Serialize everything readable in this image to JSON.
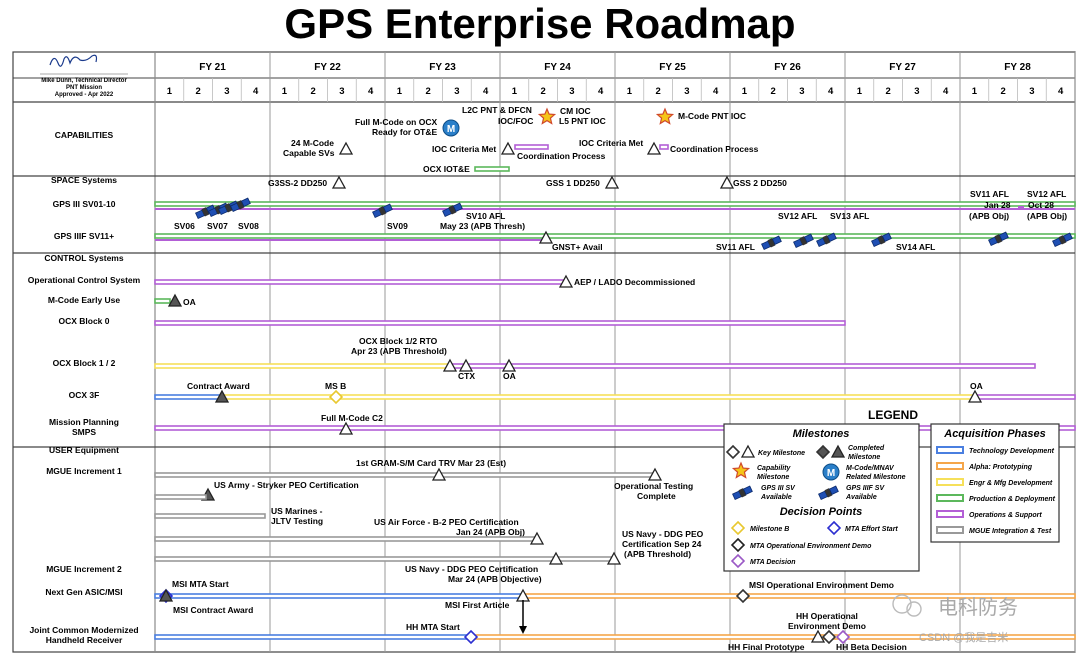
{
  "title": "GPS Enterprise Roadmap",
  "signature": {
    "name_line": "Mike Dunn, Technical Director",
    "org_line": "PNT Mission",
    "approved_line": "Approved - Apr 2022"
  },
  "fiscal_years": [
    "FY 21",
    "FY 22",
    "FY 23",
    "FY 24",
    "FY 25",
    "FY 26",
    "FY 27",
    "FY 28"
  ],
  "quarters": [
    "1",
    "2",
    "3",
    "4"
  ],
  "rows": [
    {
      "label": "CAPABILITIES"
    },
    {
      "label": "SPACE Systems"
    },
    {
      "label": "GPS III SV01-10"
    },
    {
      "label": "GPS IIIF SV11+"
    },
    {
      "label": "CONTROL Systems"
    },
    {
      "label": "Operational Control System"
    },
    {
      "label": "M-Code Early Use"
    },
    {
      "label": "OCX Block 0"
    },
    {
      "label": "OCX Block 1 / 2"
    },
    {
      "label": "OCX 3F"
    },
    {
      "label": "Mission Planning"
    },
    {
      "label": "SMPS"
    },
    {
      "label": "USER Equipment"
    },
    {
      "label": "MGUE Increment 1"
    },
    {
      "label": "MGUE Increment 2"
    },
    {
      "label": "Next Gen ASIC/MSI"
    },
    {
      "label": "Joint Common Modernized"
    },
    {
      "label": "Handheld Receiver"
    }
  ],
  "annotations": [
    {
      "text": "Full M-Code on OCX"
    },
    {
      "text": "Ready for OT&E"
    },
    {
      "text": "L2C PNT & DFCN"
    },
    {
      "text": "IOC/FOC"
    },
    {
      "text": "CM IOC"
    },
    {
      "text": "L5 PNT IOC"
    },
    {
      "text": "M-Code PNT IOC"
    },
    {
      "text": "24 M-Code"
    },
    {
      "text": "Capable SVs"
    },
    {
      "text": "IOC Criteria Met"
    },
    {
      "text": "Coordination Process"
    },
    {
      "text": "IOC Criteria Met"
    },
    {
      "text": "Coordination Process"
    },
    {
      "text": "OCX IOT&E"
    },
    {
      "text": "G3SS-2 DD250"
    },
    {
      "text": "GSS 1 DD250"
    },
    {
      "text": "GSS 2 DD250"
    },
    {
      "text": "SV06"
    },
    {
      "text": "SV07"
    },
    {
      "text": "SV08"
    },
    {
      "text": "SV09"
    },
    {
      "text": "SV10 AFL"
    },
    {
      "text": "May 23 (APB Thresh)"
    },
    {
      "text": "SV11 AFL"
    },
    {
      "text": "Jan 28"
    },
    {
      "text": "(APB Obj)"
    },
    {
      "text": "SV12 AFL"
    },
    {
      "text": "Oct 28"
    },
    {
      "text": "(APB Obj)"
    },
    {
      "text": "SV12 AFL"
    },
    {
      "text": "SV13 AFL"
    },
    {
      "text": "GNST+ Avail"
    },
    {
      "text": "SV11 AFL"
    },
    {
      "text": "SV14 AFL"
    },
    {
      "text": "AEP / LADO Decommissioned"
    },
    {
      "text": "OA"
    },
    {
      "text": "OCX Block 1/2 RTO"
    },
    {
      "text": "Apr 23 (APB Threshold)"
    },
    {
      "text": "CTX"
    },
    {
      "text": "OA"
    },
    {
      "text": "Contract Award"
    },
    {
      "text": "MS B"
    },
    {
      "text": "OA"
    },
    {
      "text": "Full M-Code C2"
    },
    {
      "text": "1st GRAM-S/M Card TRV  Mar 23 (Est)"
    },
    {
      "text": "US Army - Stryker PEO Certification"
    },
    {
      "text": "Operational Testing"
    },
    {
      "text": "Complete"
    },
    {
      "text": "US Marines -"
    },
    {
      "text": "JLTV Testing"
    },
    {
      "text": "US Air Force - B-2 PEO Certification"
    },
    {
      "text": "Jan 24 (APB Obj)"
    },
    {
      "text": "US Navy - DDG PEO"
    },
    {
      "text": "Certification  Sep 24"
    },
    {
      "text": "(APB Threshold)"
    },
    {
      "text": "US Navy - DDG PEO Certification"
    },
    {
      "text": "Mar 24 (APB Objective)"
    },
    {
      "text": "MSI MTA Start"
    },
    {
      "text": "MSI Contract Award"
    },
    {
      "text": "MSI First Article"
    },
    {
      "text": "MSI Operational Environment Demo"
    },
    {
      "text": "HH MTA Start"
    },
    {
      "text": "HH Operational"
    },
    {
      "text": "Environment Demo"
    },
    {
      "text": "HH Final Prototype"
    },
    {
      "text": "HH Beta Decision"
    }
  ],
  "legend": {
    "title": "LEGEND",
    "milestones_title": "Milestones",
    "decision_title": "Decision Points",
    "phases_title": "Acquisition Phases",
    "items": [
      {
        "text": "Key Milestone"
      },
      {
        "text": "Completed"
      },
      {
        "text": "Milestone"
      },
      {
        "text": "Capability"
      },
      {
        "text": "Milestone"
      },
      {
        "text": "M-Code/MNAV"
      },
      {
        "text": "Related Milestone"
      },
      {
        "text": "GPS III SV"
      },
      {
        "text": "Available"
      },
      {
        "text": "GPS IIIF SV"
      },
      {
        "text": "Available"
      },
      {
        "text": "Milestone B"
      },
      {
        "text": "MTA Effort Start"
      },
      {
        "text": "MTA Operational Environment Demo"
      },
      {
        "text": "MTA Decision"
      }
    ],
    "phases": [
      {
        "text": "Technology Development",
        "color": "#4a7fe0"
      },
      {
        "text": "Alpha: Prototyping",
        "color": "#f5a64a"
      },
      {
        "text": "Engr & Mfg Development",
        "color": "#f6e05a"
      },
      {
        "text": "Production & Deployment",
        "color": "#5cb85c"
      },
      {
        "text": "Operations & Support",
        "color": "#b35fd6"
      },
      {
        "text": "MGUE Integration & Test",
        "color": "#999999"
      }
    ]
  },
  "watermark": {
    "brand": "电科防务",
    "credit": "CSDN @我是吉米"
  },
  "colors": {
    "tech": "#4a7fe0",
    "alpha": "#f5a64a",
    "emd": "#f6e05a",
    "production": "#5cb85c",
    "ops": "#b35fd6",
    "integration": "#999999",
    "completed": "#555555",
    "star": "#f5c518",
    "mcode": "#2a7fc9",
    "ms_b": "#e8c830",
    "mta_start": "#2d2fd0",
    "mta_decision": "#9b59c6"
  },
  "icons": {
    "milestone": "triangle-icon",
    "completed": "filled-triangle-icon",
    "capability": "star-icon",
    "mcode": "m-circle-icon",
    "satellite": "satellite-icon",
    "decision": "diamond-icon"
  }
}
